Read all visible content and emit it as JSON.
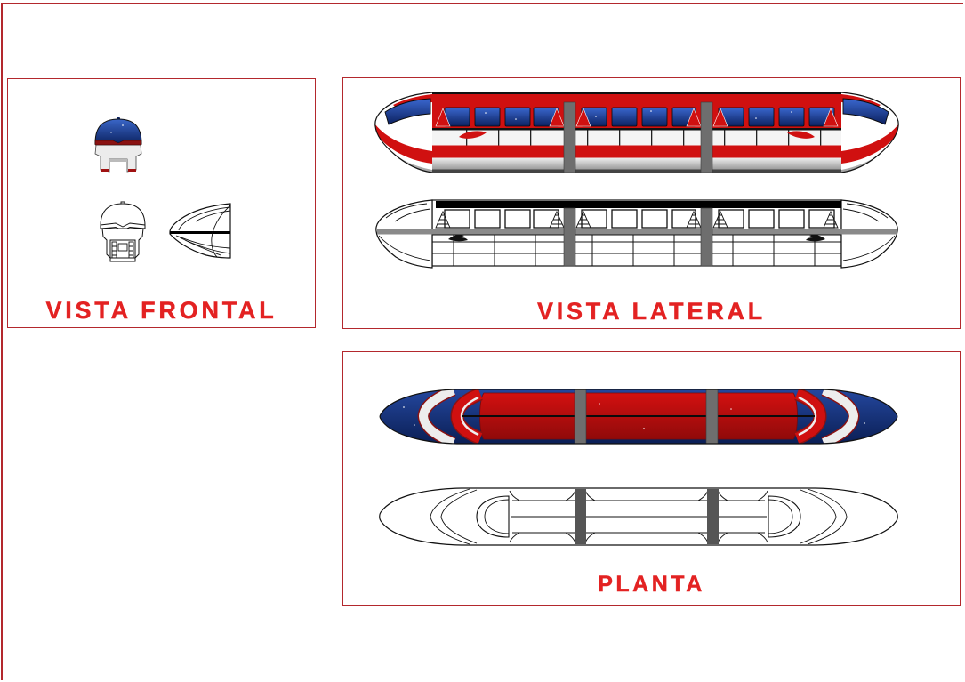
{
  "colors": {
    "frame_red": "#b3282d",
    "title_red": "#e32222",
    "train_red": "#d01010",
    "train_maroon": "#8a1212",
    "train_navy": "#0c2160",
    "train_blue": "#3a67cf",
    "joint_gray": "#6e6e6e",
    "beam_gray": "#8a8a8a",
    "silver": "#d8d8d8"
  },
  "panels": {
    "frontal": {
      "title": "VISTA FRONTAL"
    },
    "lateral": {
      "title": "VISTA LATERAL"
    },
    "planta": {
      "title": "PLANTA"
    }
  }
}
